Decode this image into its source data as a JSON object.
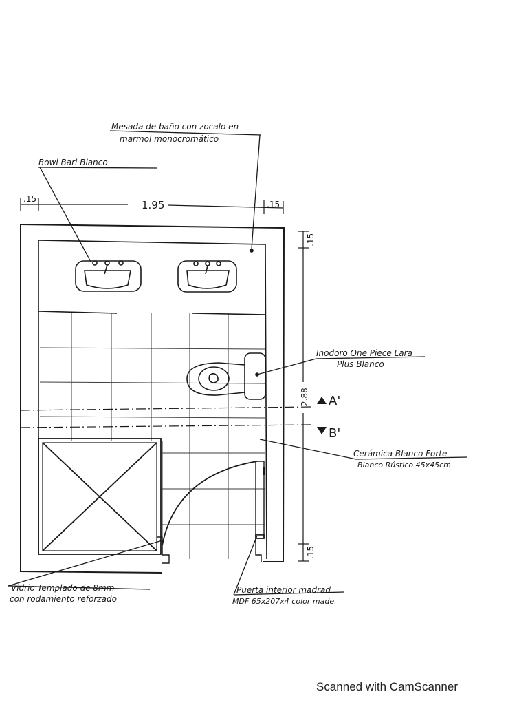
{
  "labels": {
    "mesada_line1": "Mesada de baño con zocalo en",
    "mesada_line2": "marmol monocromático",
    "bowl": "Bowl Bari Blanco",
    "inodoro_line1": "Inodoro One Piece Lara",
    "inodoro_line2": "Plus Blanco",
    "ceramica_line1": "Cerámica Blanco Forte",
    "ceramica_line2": "Blanco Rústico 45x45cm",
    "vidrio_line1": "Vidrio Templado de 8mm",
    "vidrio_line2": "con rodamiento reforzado",
    "puerta_line1": "Puerta interior madrad",
    "puerta_line2": "MDF 65x207x4 color made."
  },
  "dimensions": {
    "left_offset": ".15",
    "width": "1.95",
    "right_offset": ".15",
    "height": "2.88",
    "top_offset": ".15",
    "bottom_offset": ".15"
  },
  "sections": {
    "a": "A'",
    "b": "B'"
  },
  "watermark": "Scanned with CamScanner"
}
